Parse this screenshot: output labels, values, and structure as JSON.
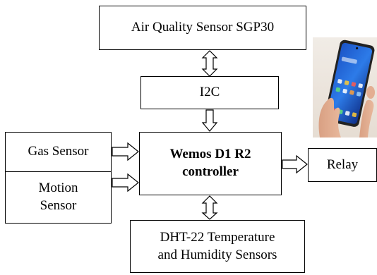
{
  "diagram": {
    "nodes": {
      "air_quality": "Air Quality Sensor SGP30",
      "i2c": "I2C",
      "gas_sensor": "Gas Sensor",
      "motion_sensor_line1": "Motion",
      "motion_sensor_line2": "Sensor",
      "controller_line1": "Wemos D1 R2",
      "controller_line2": "controller",
      "relay": "Relay",
      "dht_line1": "DHT-22 Temperature",
      "dht_line2": "and Humidity Sensors"
    },
    "edges": [
      {
        "from": "air_quality",
        "to": "i2c",
        "type": "bidirectional"
      },
      {
        "from": "i2c",
        "to": "controller",
        "type": "unidirectional"
      },
      {
        "from": "gas_sensor",
        "to": "controller",
        "type": "unidirectional"
      },
      {
        "from": "motion_sensor",
        "to": "controller",
        "type": "unidirectional"
      },
      {
        "from": "controller",
        "to": "relay",
        "type": "unidirectional"
      },
      {
        "from": "controller",
        "to": "dht",
        "type": "bidirectional"
      }
    ],
    "image": "smartphone-in-hand-photo"
  }
}
